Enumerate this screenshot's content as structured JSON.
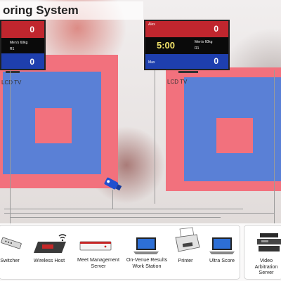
{
  "title": "oring System",
  "tv_label": "LCD TV",
  "scoreboard_left": {
    "red_score": "0",
    "blue_score": "0",
    "category": "Men's 60kg",
    "round": "R1"
  },
  "scoreboard_right": {
    "red_name": "Alex",
    "blue_name": "Max",
    "red_score": "0",
    "blue_score": "0",
    "timer": "5:00",
    "category": "Men's 60kg",
    "round": "R1"
  },
  "devices": [
    {
      "label": "Switcher",
      "icon": "switcher-icon"
    },
    {
      "label": "Wireless Host",
      "icon": "wireless-host-icon"
    },
    {
      "label": "Meet Management Server",
      "icon": "server-icon"
    },
    {
      "label": "On-Venue Results Work Station",
      "icon": "laptop-icon"
    },
    {
      "label": "Printer",
      "icon": "printer-icon"
    },
    {
      "label": "Ultra Score",
      "icon": "laptop-icon"
    },
    {
      "label": "Video Arbitration Server",
      "icon": "video-server-icon"
    }
  ],
  "colors": {
    "mat_outer": "#f2717d",
    "mat_inner": "#5a80d6",
    "score_red": "#c0262e",
    "score_blue": "#1e3fae",
    "timer": "#f3e46a"
  }
}
